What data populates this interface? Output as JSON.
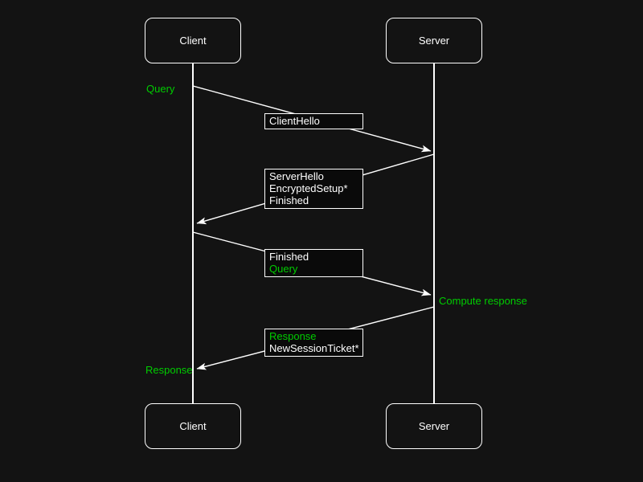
{
  "colors": {
    "background": "#131313",
    "stroke": "#ffffff",
    "text": "#ffffff",
    "accent_green": "#00cc00",
    "label_box_fill": "#0a0a0a"
  },
  "actors": {
    "top": [
      {
        "label": "Client"
      },
      {
        "label": "Server"
      }
    ],
    "bottom": [
      {
        "label": "Client"
      },
      {
        "label": "Server"
      }
    ]
  },
  "messages": [
    {
      "from": "Client",
      "to": "Server",
      "lines": [
        {
          "text": "ClientHello",
          "color": "white"
        }
      ]
    },
    {
      "from": "Server",
      "to": "Client",
      "lines": [
        {
          "text": "ServerHello",
          "color": "white"
        },
        {
          "text": "EncryptedSetup*",
          "color": "white"
        },
        {
          "text": "Finished",
          "color": "white"
        }
      ]
    },
    {
      "from": "Client",
      "to": "Server",
      "lines": [
        {
          "text": "Finished",
          "color": "white"
        },
        {
          "text": "Query",
          "color": "green"
        }
      ]
    },
    {
      "from": "Server",
      "to": "Client",
      "lines": [
        {
          "text": "Response",
          "color": "green"
        },
        {
          "text": "NewSessionTicket*",
          "color": "white"
        }
      ]
    }
  ],
  "annotations": [
    {
      "text": "Query",
      "side": "left",
      "color": "green"
    },
    {
      "text": "Compute response",
      "side": "right",
      "color": "green"
    },
    {
      "text": "Response",
      "side": "left",
      "color": "green"
    }
  ]
}
